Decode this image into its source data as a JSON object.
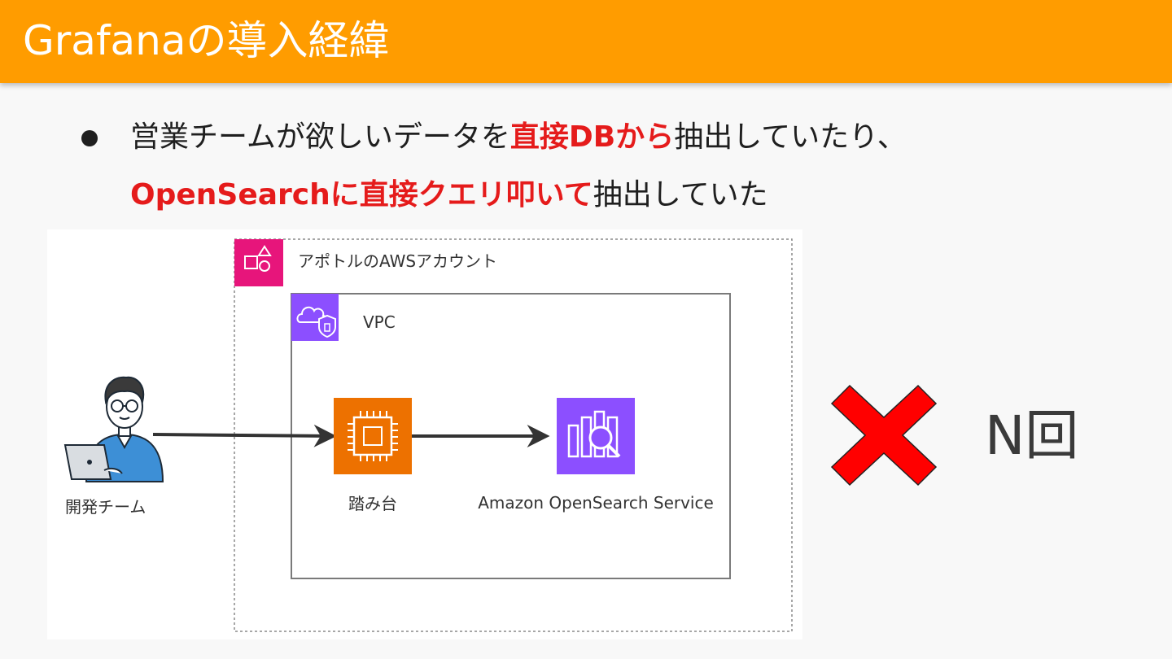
{
  "header": {
    "title": "Grafanaの導入経緯",
    "background": "#ff9c00"
  },
  "bullet": {
    "line1": {
      "part1": "営業チームが欲しいデータを",
      "highlight": "直接DBから",
      "part2": "抽出していたり、"
    },
    "line2": {
      "highlight": "OpenSearchに直接クエリ叩いて",
      "part2": "抽出していた"
    },
    "highlight_color": "#e51b1b"
  },
  "diagram": {
    "account_label": "アポトルのAWSアカウント",
    "vpc_label": "VPC",
    "team_label": "開発チーム",
    "bastion_label": "踏み台",
    "opensearch_label": "Amazon OpenSearch Service",
    "colors": {
      "account_icon": "#e7157b",
      "vpc_icon": "#8c4fff",
      "ec2": "#ed7100",
      "opensearch": "#8c4fff"
    }
  },
  "result": {
    "count_label": "N回",
    "cross_color": "#ff0000",
    "icon": "cross-mark-icon"
  }
}
